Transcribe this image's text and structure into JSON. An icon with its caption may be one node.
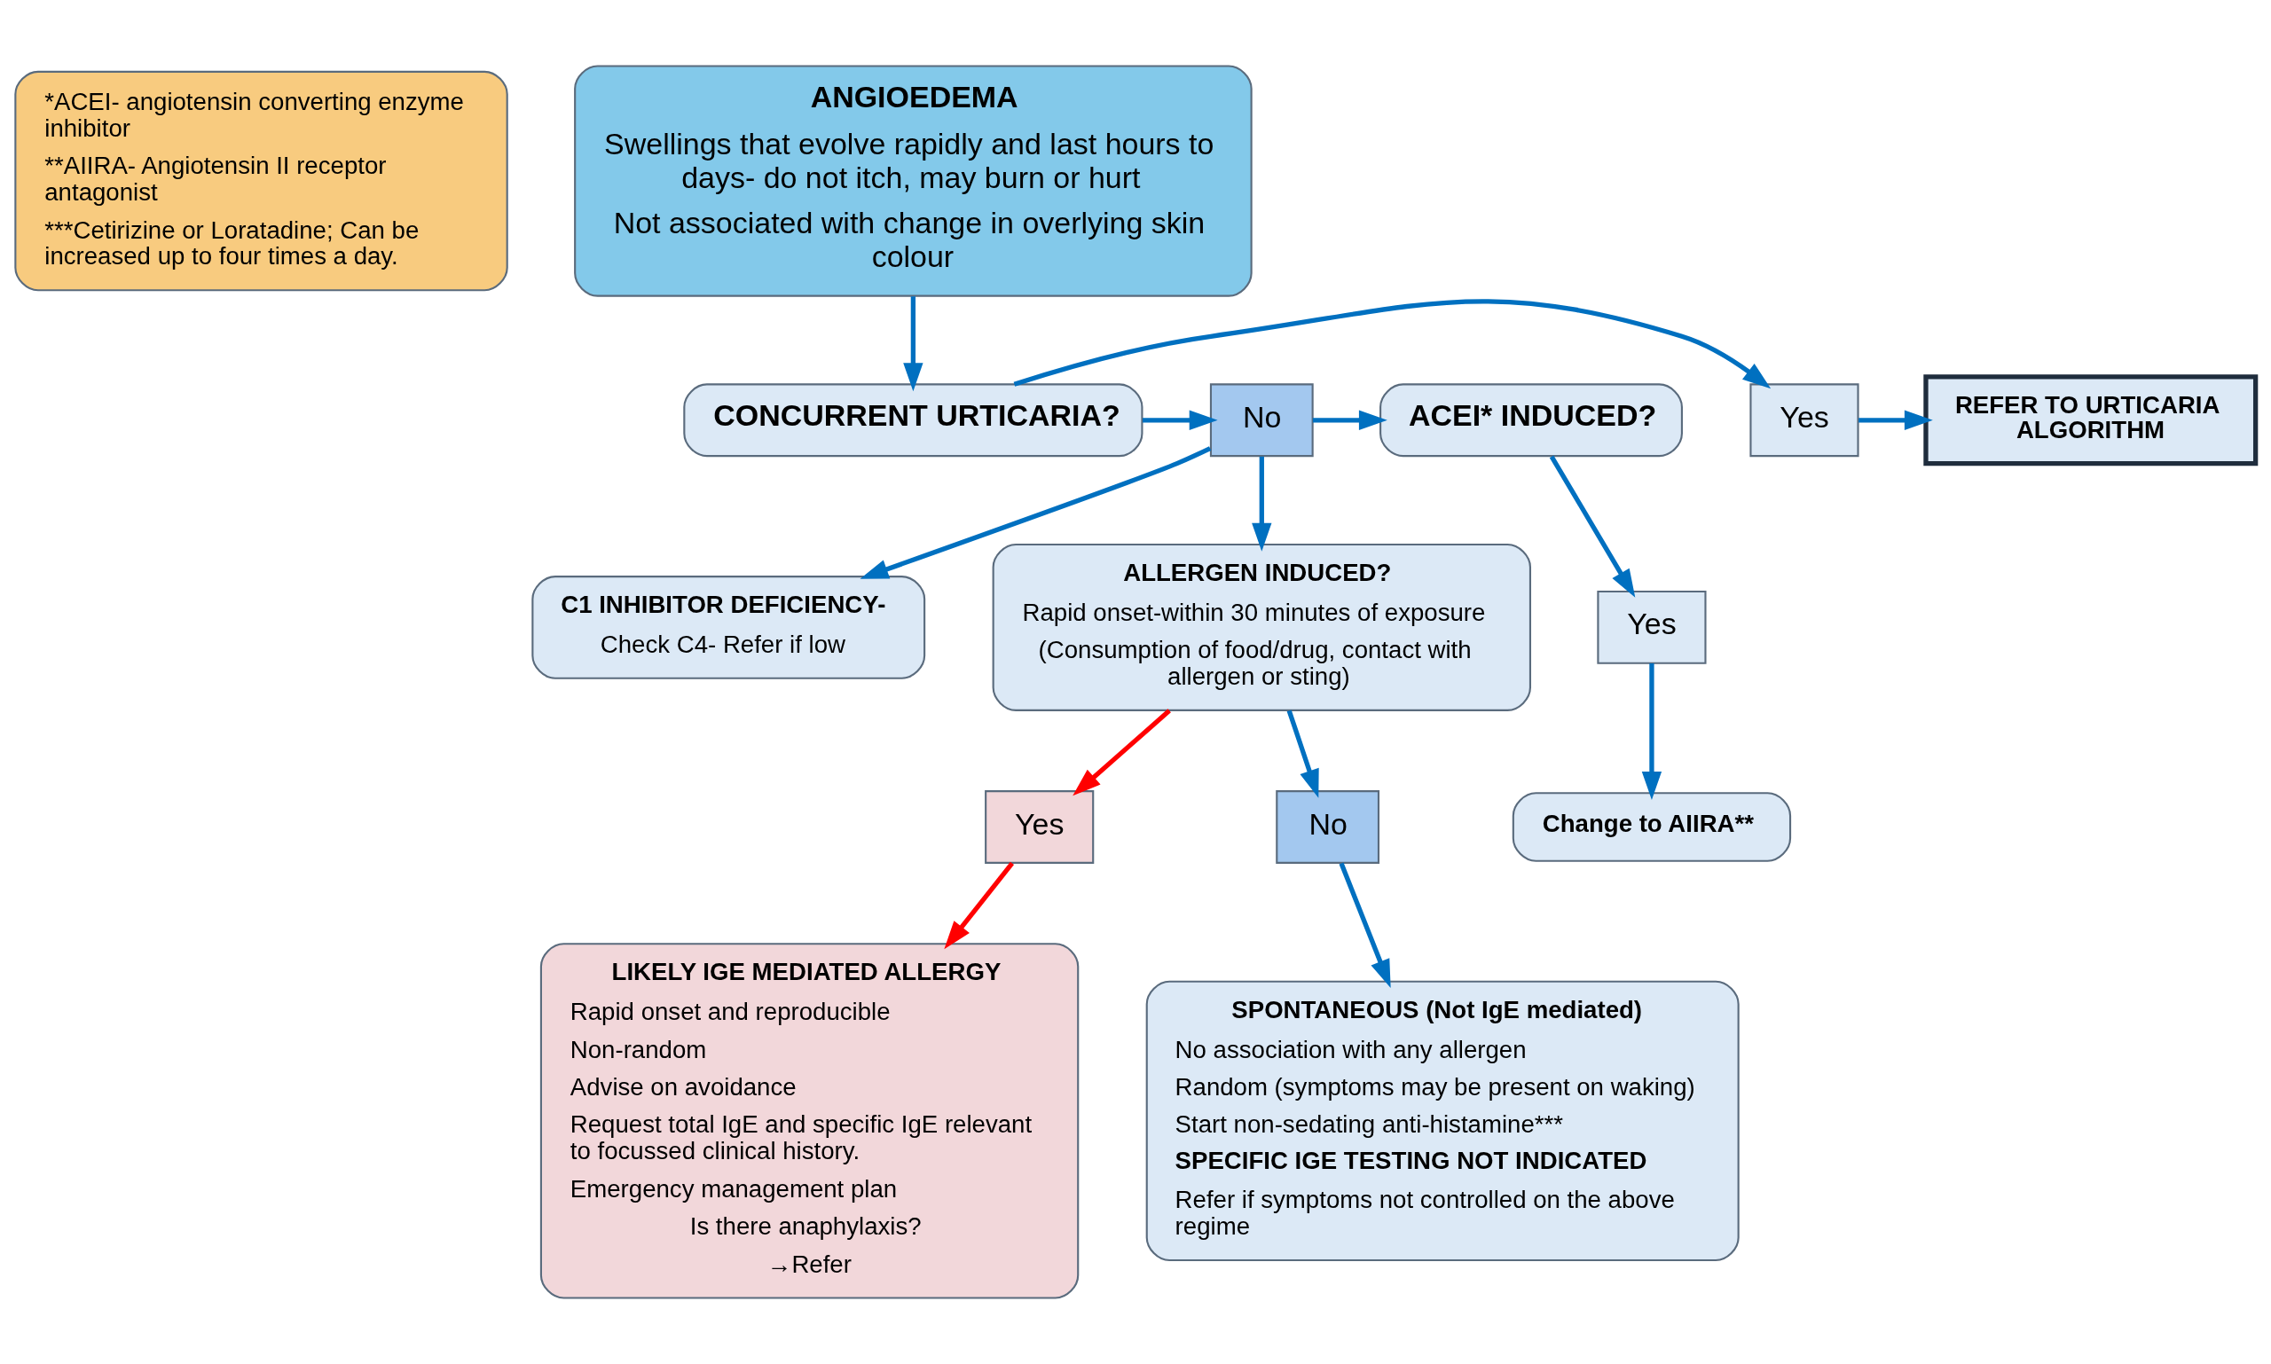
{
  "diagram": {
    "nodes": [
      {
        "text": [
          "*ACEI- angiotensin converting enzyme inhibitor",
          "**AIIRA- Angiotensin II receptor antagonist",
          "***Cetirizine or Loratadine; Can be increased up to four times a day."
        ]
      },
      {
        "text": [
          "ANGIOEDEMA",
          "Swellings that evolve rapidly and last hours to days- do not itch, may burn or hurt",
          "Not associated with change in overlying skin colour"
        ]
      },
      {
        "text": [
          "REFER TO URTICARIA ALGORITHM"
        ]
      },
      {
        "text": [
          "Yes"
        ]
      },
      {
        "text": [
          "CONCURRENT URTICARIA?"
        ]
      },
      {
        "text": [
          "No"
        ]
      },
      {
        "text": [
          "ACEI* INDUCED?"
        ]
      },
      {
        "text": [
          "Yes"
        ]
      },
      {
        "text": [
          "C1 INHIBITOR DEFICIENCY-",
          "Check C4- Refer if low"
        ]
      },
      {
        "text": [
          "Change to AIIRA**"
        ]
      },
      {
        "text": [
          "ALLERGEN INDUCED?",
          "Rapid onset-within 30 minutes of exposure",
          "(Consumption of food/drug, contact with allergen or sting)"
        ]
      },
      {
        "text": [
          "Yes"
        ]
      },
      {
        "text": [
          "No"
        ]
      },
      {
        "text": [
          "LIKELY IGE MEDIATED ALLERGY",
          "Rapid onset and reproducible",
          "Non-random",
          "Advise on avoidance",
          "Request total IgE and specific IgE relevant to focussed clinical history.",
          "Emergency management plan",
          "Is there anaphylaxis?",
          "→Refer"
        ]
      },
      {
        "text": [
          "SPONTANEOUS (Not IgE mediated)",
          "No association with any allergen",
          "Random (symptoms may be present on waking)",
          "Start non-sedating anti-histamine***",
          "SPECIFIC IGE TESTING NOT INDICATED",
          "Refer if symptoms not controlled on the above regime"
        ]
      }
    ],
    "edges": [
      {
        "from": 1,
        "to": 4,
        "arrow": "to"
      },
      {
        "from": 4,
        "to": 3,
        "arrow": "to"
      },
      {
        "from": 3,
        "to": 2,
        "arrow": "to"
      },
      {
        "from": 4,
        "to": 5,
        "arrow": "to"
      },
      {
        "from": 5,
        "to": 6,
        "arrow": "to"
      },
      {
        "from": 5,
        "to": 8,
        "arrow": "to"
      },
      {
        "from": 5,
        "to": 10,
        "arrow": "to"
      },
      {
        "from": 6,
        "to": 7,
        "arrow": "to"
      },
      {
        "from": 7,
        "to": 9,
        "arrow": "to"
      },
      {
        "from": 10,
        "to": 11,
        "arrow": "to",
        "color": "#ff0000"
      },
      {
        "from": 11,
        "to": 13,
        "arrow": "to",
        "color": "#ff0000"
      },
      {
        "from": 10,
        "to": 12,
        "arrow": "to"
      },
      {
        "from": 12,
        "to": 14,
        "arrow": "to"
      }
    ]
  }
}
